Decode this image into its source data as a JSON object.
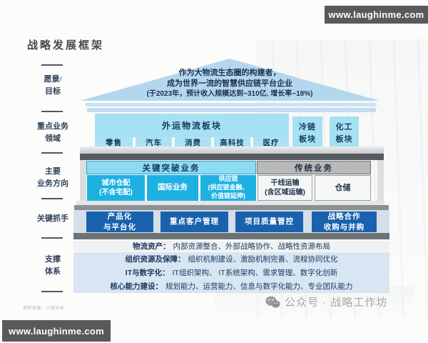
{
  "watermarks": {
    "top": "www.laughinme.com",
    "bottom": "www.laughinme.com"
  },
  "page_title": "战略发展框架",
  "left_rail_labels": [
    "愿景/\n目标",
    "重点业务\n领域",
    "主要\n业务方向",
    "关键抓手",
    "支撑\n体系"
  ],
  "vision": {
    "line1": "作为大物流生态圈的构建者，",
    "line2": "成为世界一流的智慧供应链平台企业",
    "line3": "(于2023年，预计收入规模达到~310亿, 增长率~18%)"
  },
  "business_domains": {
    "main_block": "外运物流板块",
    "verticals": [
      "零售",
      "汽车",
      "消费",
      "高科技",
      "医疗"
    ],
    "cold_chain": "冷链\n板块",
    "chemical": "化工\n板块"
  },
  "business_directions": {
    "breakthrough_header": "关键突破业务",
    "traditional_header": "传统业务",
    "breakthrough_items": [
      "城市仓配\n(不含宅配)",
      "国际业务",
      "供应链\n(供应链金融、\n价值链延伸)"
    ],
    "traditional_items": [
      "干线运输\n(含区域运输)",
      "仓储"
    ]
  },
  "key_levers": [
    "产品化\n与平台化",
    "重点客户管理",
    "项目质量管控",
    "战略合作\n收购与并购"
  ],
  "support_system": [
    {
      "label": "物流资产：",
      "content": "内部资源整合、外部战略协作、战略性资源布局"
    },
    {
      "label": "组织资源及保障：",
      "content": "组织机制建设、激励机制完善、流程协同优化"
    },
    {
      "label": "IT与数字化：",
      "content": "IT组织架构、 IT系统架构、需求管理、数字化创新"
    },
    {
      "label": "核心能力建设：",
      "content": "规划能力、运营能力、信息与数字化能力、专业团队能力"
    }
  ],
  "footer": {
    "account": "公众号 · 战略工作坊",
    "source": "资料来源：小组分析"
  },
  "colors": {
    "roof_blue": "#b5d7ee",
    "light_cyan": "#a5e0f3",
    "bright_cyan": "#1db1e2",
    "dark_blue": "#1a62ad",
    "gray_header": "#b7b9ba",
    "watermark_gray": "#58595b",
    "support_blue": "#d8e5f2"
  }
}
